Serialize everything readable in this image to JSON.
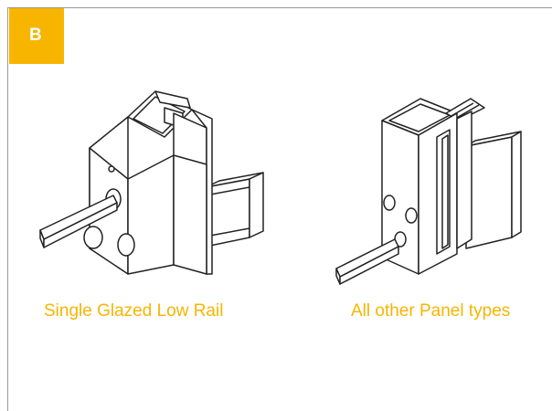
{
  "badge": {
    "label": "B",
    "color": "#f7b500"
  },
  "figures": [
    {
      "caption": "Single Glazed Low Rail",
      "icon": "single-glazed-low-rail-bracket-icon"
    },
    {
      "caption": "All other Panel types",
      "icon": "panel-bracket-icon"
    }
  ],
  "colors": {
    "caption": "#f7b500",
    "line": "#222222",
    "frame": "#9a9a9a"
  }
}
